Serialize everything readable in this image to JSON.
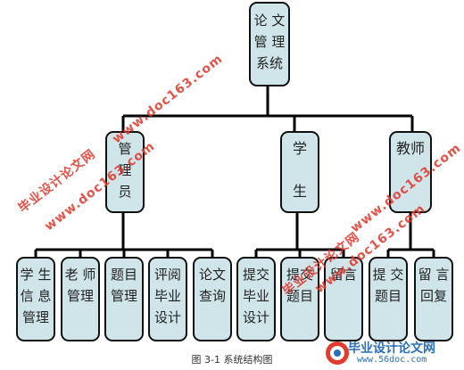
{
  "diagram": {
    "root": {
      "label": "论 文\n管 理\n系统"
    },
    "level1": [
      {
        "key": "admin",
        "label": "管\n理\n员"
      },
      {
        "key": "student",
        "label": "学\n\n生"
      },
      {
        "key": "teacher",
        "label": "教师"
      }
    ],
    "level2": [
      {
        "key": "student-info",
        "label": "学 生\n信 息\n管理"
      },
      {
        "key": "teacher-mgmt",
        "label": "老 师\n管理"
      },
      {
        "key": "topic-mgmt",
        "label": "题目\n管理"
      },
      {
        "key": "review-design",
        "label": "评阅\n毕业\n设计"
      },
      {
        "key": "thesis-query",
        "label": "论文\n查询"
      },
      {
        "key": "submit-design",
        "label": "提交\n毕业\n设计"
      },
      {
        "key": "submit-topic-student",
        "label": "提交\n题目"
      },
      {
        "key": "message",
        "label": "留言"
      },
      {
        "key": "submit-topic-teacher",
        "label": "提 交\n题目"
      },
      {
        "key": "reply-message",
        "label": "留 言\n回复"
      }
    ],
    "caption": "图 3-1 系统结构图"
  },
  "watermarks": {
    "site_name": "毕业设计论文网",
    "url": "www.doc163.com"
  },
  "logo": {
    "name": "毕业设计论文网",
    "url": "www.56doc.com"
  },
  "colors": {
    "node_fill": "#cfe5ea",
    "node_border": "#111111",
    "connector": "#000000",
    "watermark": "#e23b2e",
    "logo": "#2a6fba"
  }
}
